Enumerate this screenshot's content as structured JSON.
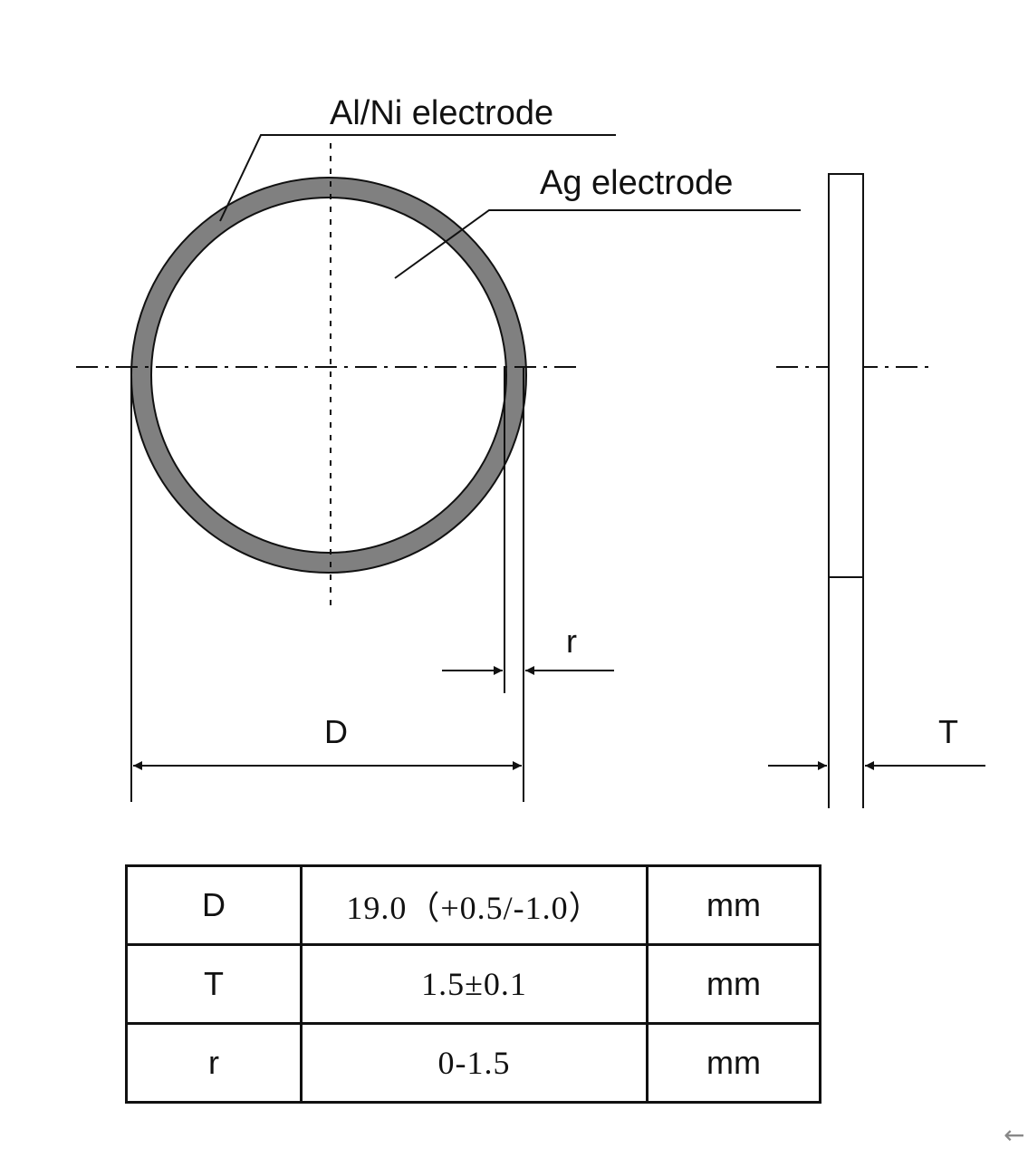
{
  "labels": {
    "al_ni": "Al/Ni electrode",
    "ag": "Ag electrode",
    "dim_D": "D",
    "dim_r": "r",
    "dim_T": "T"
  },
  "table": {
    "rows": [
      {
        "param": "D",
        "value": "19.0（+0.5/-1.0）",
        "unit": "mm"
      },
      {
        "param": "T",
        "value": "1.5±0.1",
        "unit": "mm"
      },
      {
        "param": "r",
        "value": "0-1.5",
        "unit": "mm"
      }
    ]
  },
  "corner_icon": "arrow-left-icon",
  "corner_glyph": "←",
  "colors": {
    "ring": "#808080",
    "line": "#111111"
  }
}
